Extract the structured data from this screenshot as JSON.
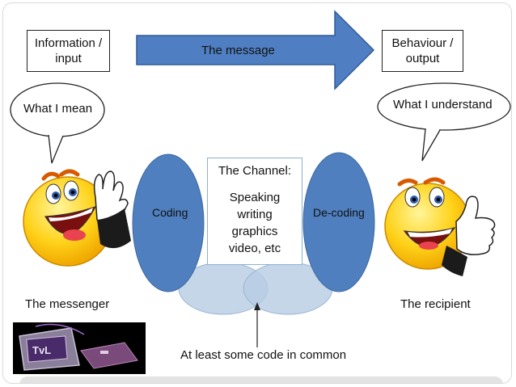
{
  "top": {
    "info_box": "Information /\ninput",
    "arrow_label": "The message",
    "output_box": "Behaviour /\noutput"
  },
  "left": {
    "bubble": "What I mean",
    "caption": "The messenger"
  },
  "right": {
    "bubble": "What I understand",
    "caption": "The recipient"
  },
  "center": {
    "coding": "Coding",
    "decoding": "De-coding",
    "channel_title": "The Channel:",
    "channel_items": "Speaking\nwriting\ngraphics\nvideo, etc",
    "common_label": "At least some code in common"
  },
  "colors": {
    "arrow": "#4f7fc2",
    "ellipse": "#4f7fbf",
    "light_ellipse": "#b7cce3",
    "face": "#ffd21a"
  },
  "icons": {
    "left": "waving-smiley-icon",
    "right": "thumbs-up-smiley-icon",
    "thumbnail": "tv-set-thumbnail"
  }
}
